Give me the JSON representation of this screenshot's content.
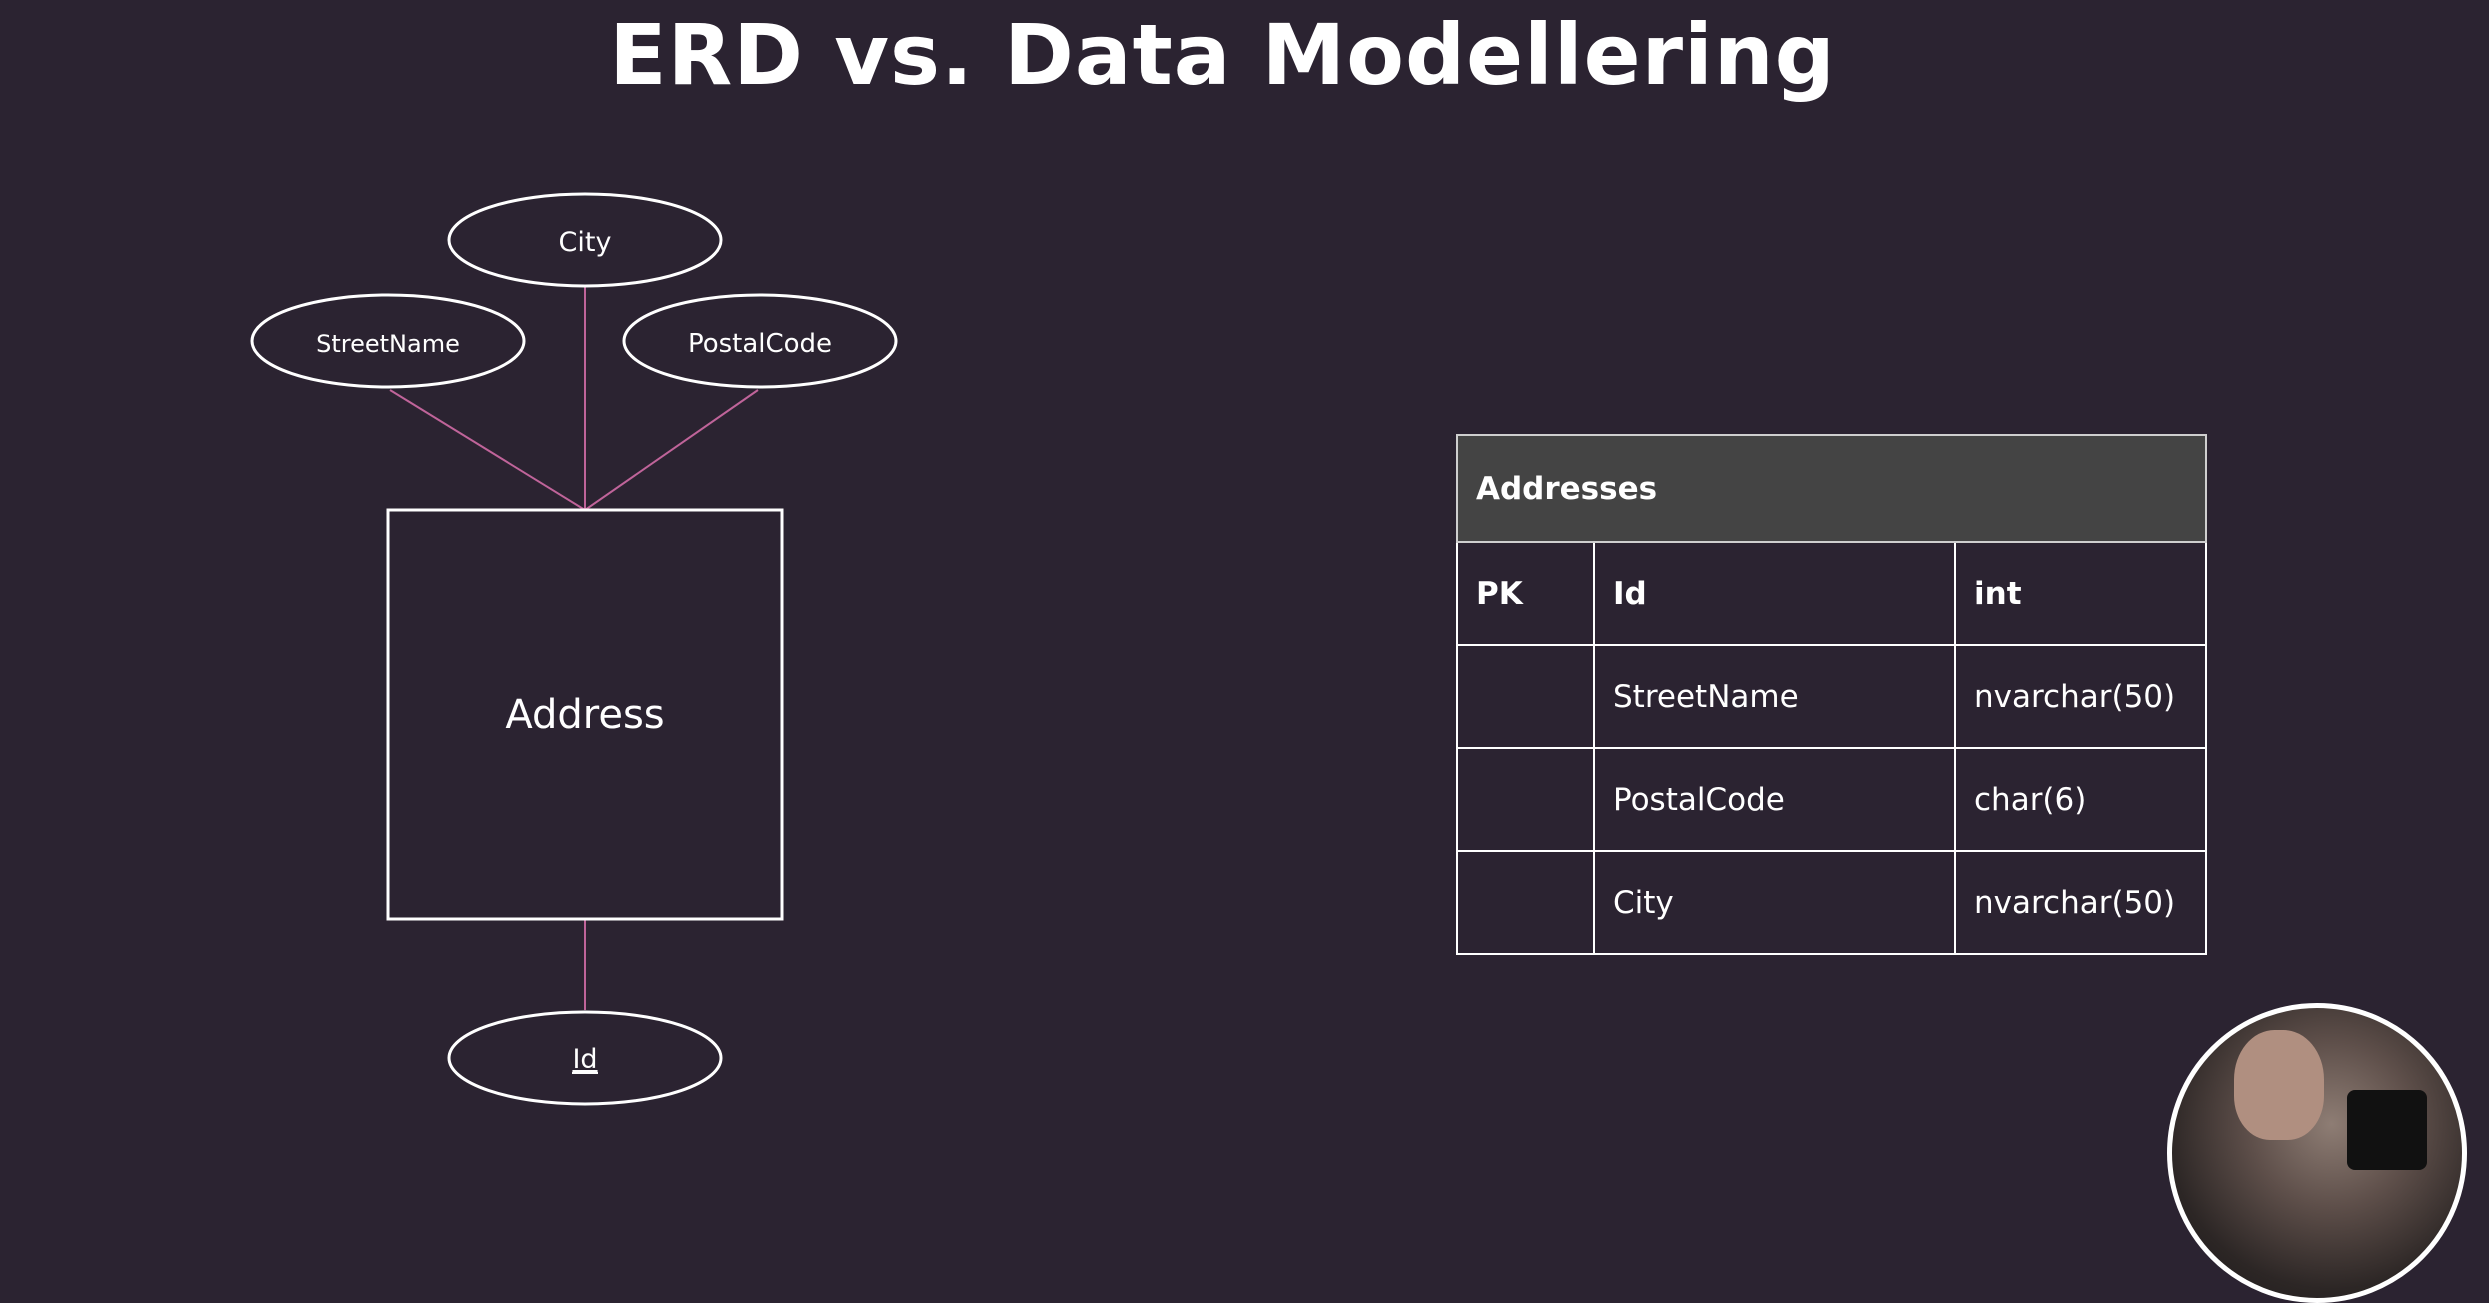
{
  "slide": {
    "title": "ERD vs. Data Modellering"
  },
  "erd": {
    "entity": {
      "label": "Address"
    },
    "attributes": {
      "city": "City",
      "street_name": "StreetName",
      "postal_code": "PostalCode",
      "id": "Id"
    },
    "primary_key_underlined": true,
    "line_color": "#c0649a"
  },
  "data_model": {
    "table_name": "Addresses",
    "header": {
      "key": "PK",
      "column": "Id",
      "type": "int"
    },
    "rows": [
      {
        "key": "",
        "column": "StreetName",
        "type": "nvarchar(50)"
      },
      {
        "key": "",
        "column": "PostalCode",
        "type": "char(6)"
      },
      {
        "key": "",
        "column": "City",
        "type": "nvarchar(50)"
      }
    ],
    "title_background": "#444444"
  },
  "colors": {
    "background": "#2b2331",
    "stroke": "#ffffff"
  }
}
